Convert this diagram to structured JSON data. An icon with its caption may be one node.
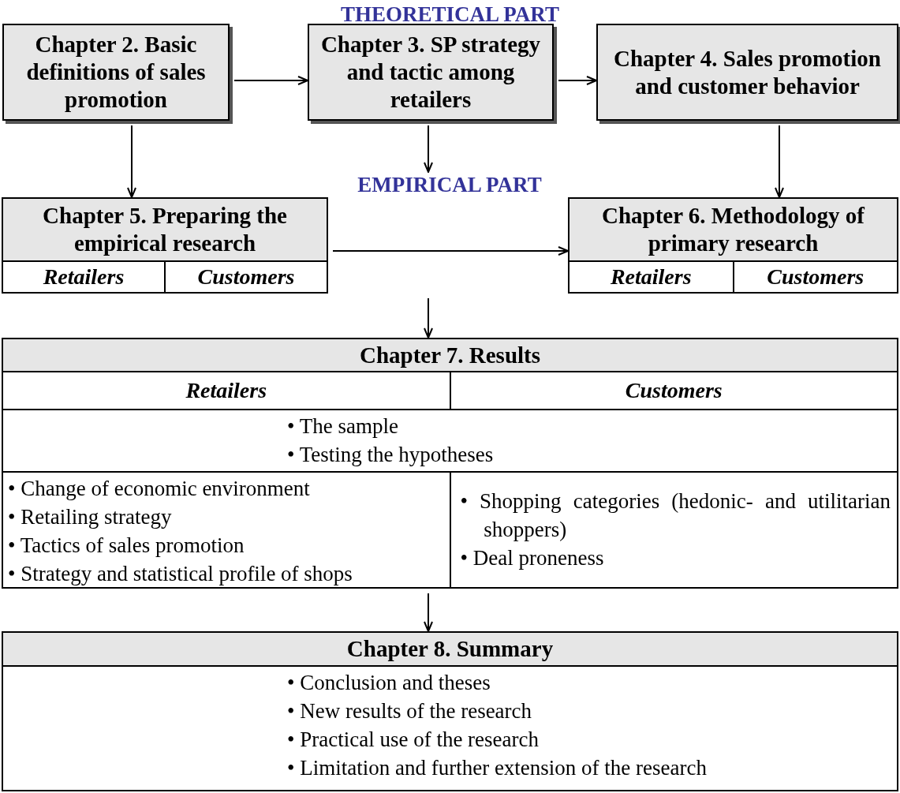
{
  "diagram": {
    "nodes": [
      {
        "text": [
          "Chapter 2. Basic definitions of sales promotion"
        ]
      },
      {
        "text": [
          "Chapter 3. SP strategy and tactic among retailers"
        ]
      },
      {
        "text": [
          "Chapter 4. Sales promotion and customer behavior"
        ]
      },
      {
        "text": [
          "EMPIRICAL PART"
        ]
      },
      {
        "text": [
          "Chapter 5. Preparing the empirical research",
          "Retailers",
          "Customers"
        ]
      },
      {
        "text": [
          "Chapter 6. Methodology of primary research",
          "Retailers",
          "Customers"
        ]
      },
      {
        "text": [
          "Chapter 7. Results",
          "Retailers",
          "Customers",
          "• The sample",
          "• Testing the hypotheses",
          "• Change of economic environment",
          "• Retailing strategy",
          "• Tactics of sales promotion",
          "• Strategy and statistical profile of shops",
          "• Shopping categories (hedonic- and utilitarian shoppers)",
          "• Deal proneness"
        ]
      },
      {
        "text": [
          "Chapter 8. Summary",
          "• Conclusion and theses",
          "• New results of the research",
          "• Practical use of the research",
          "• Limitation and further extension of the research"
        ]
      }
    ],
    "edges": [
      {
        "from": 0,
        "to": 1,
        "arrow": "to"
      },
      {
        "from": 1,
        "to": 2,
        "arrow": "to"
      },
      {
        "from": 0,
        "to": 4,
        "arrow": "to"
      },
      {
        "from": 1,
        "to": 3,
        "arrow": "to"
      },
      {
        "from": 2,
        "to": 5,
        "arrow": "to"
      },
      {
        "from": 4,
        "to": 5,
        "arrow": "to"
      },
      {
        "from": null,
        "to": 6,
        "arrow": "to"
      },
      {
        "from": 6,
        "to": 7,
        "arrow": "to"
      }
    ],
    "labels": [
      "THEORETICAL PART"
    ]
  }
}
